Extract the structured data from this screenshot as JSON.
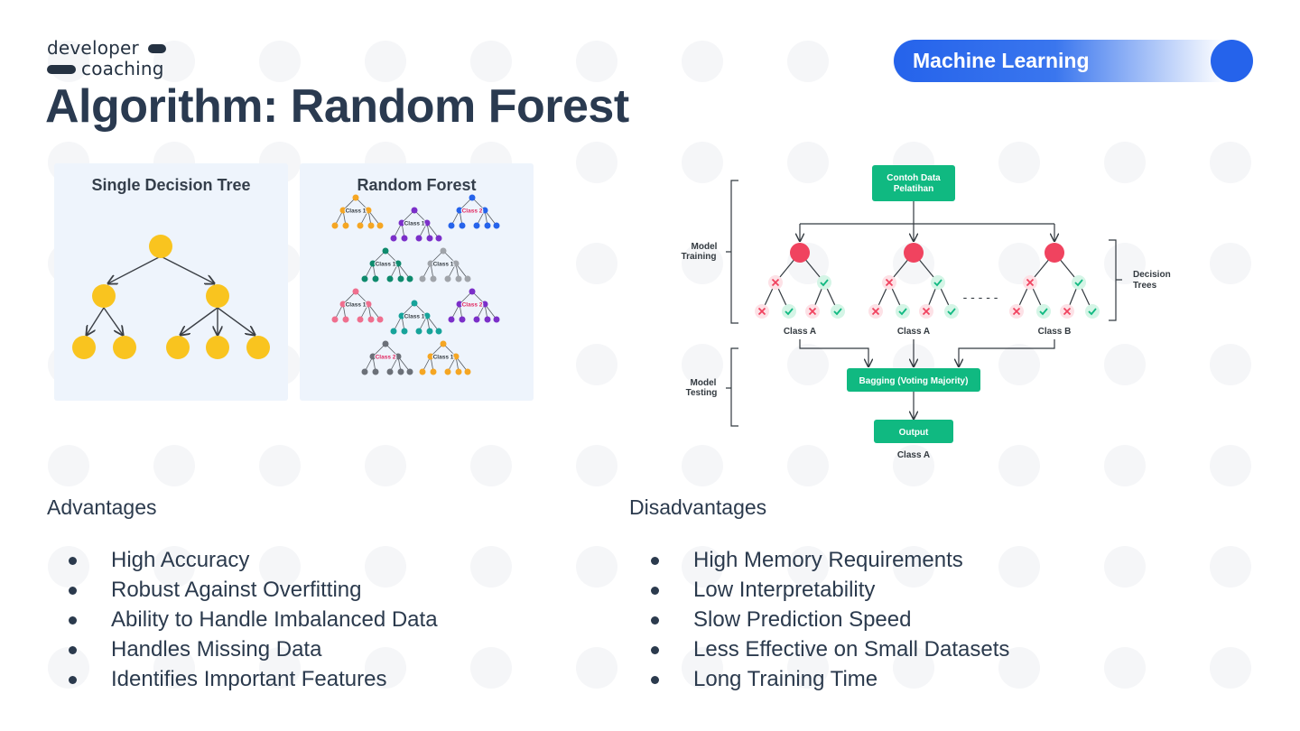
{
  "logo": {
    "line1": "developer",
    "line2": "coaching"
  },
  "title": "Algorithm: Random Forest",
  "badge": {
    "label": "Machine Learning"
  },
  "panels": {
    "single": {
      "title": "Single Decision Tree"
    },
    "forest": {
      "title": "Random Forest",
      "tree_labels": [
        "Class 1",
        "Class 1",
        "Class 2",
        "Class 1",
        "Class 1",
        "Class 1",
        "Class 1",
        "Class 2",
        "Class 2",
        "Class 1"
      ]
    }
  },
  "diagram": {
    "training_data": [
      "Contoh Data",
      "Pelatihan"
    ],
    "model_training": [
      "Model",
      "Training"
    ],
    "model_testing": [
      "Model",
      "Testing"
    ],
    "decision_trees": [
      "Decision",
      "Trees"
    ],
    "class_labels": [
      "Class A",
      "Class A",
      "Class B"
    ],
    "bagging": "Bagging (Voting Majority)",
    "output": "Output",
    "output_class": "Class A"
  },
  "colors": {
    "accent": "#2563eb",
    "title": "#2a3a50",
    "node_yellow": "#f9c41f",
    "flow_green": "#10b981",
    "root_red": "#f0435f"
  },
  "advantages": {
    "heading": "Advantages",
    "items": [
      "High Accuracy",
      "Robust Against Overfitting",
      "Ability to Handle Imbalanced Data",
      "Handles Missing Data",
      "Identifies Important Features"
    ]
  },
  "disadvantages": {
    "heading": "Disadvantages",
    "items": [
      "High Memory Requirements",
      "Low Interpretability",
      "Slow Prediction Speed",
      "Less Effective on Small Datasets",
      "Long Training Time"
    ]
  }
}
